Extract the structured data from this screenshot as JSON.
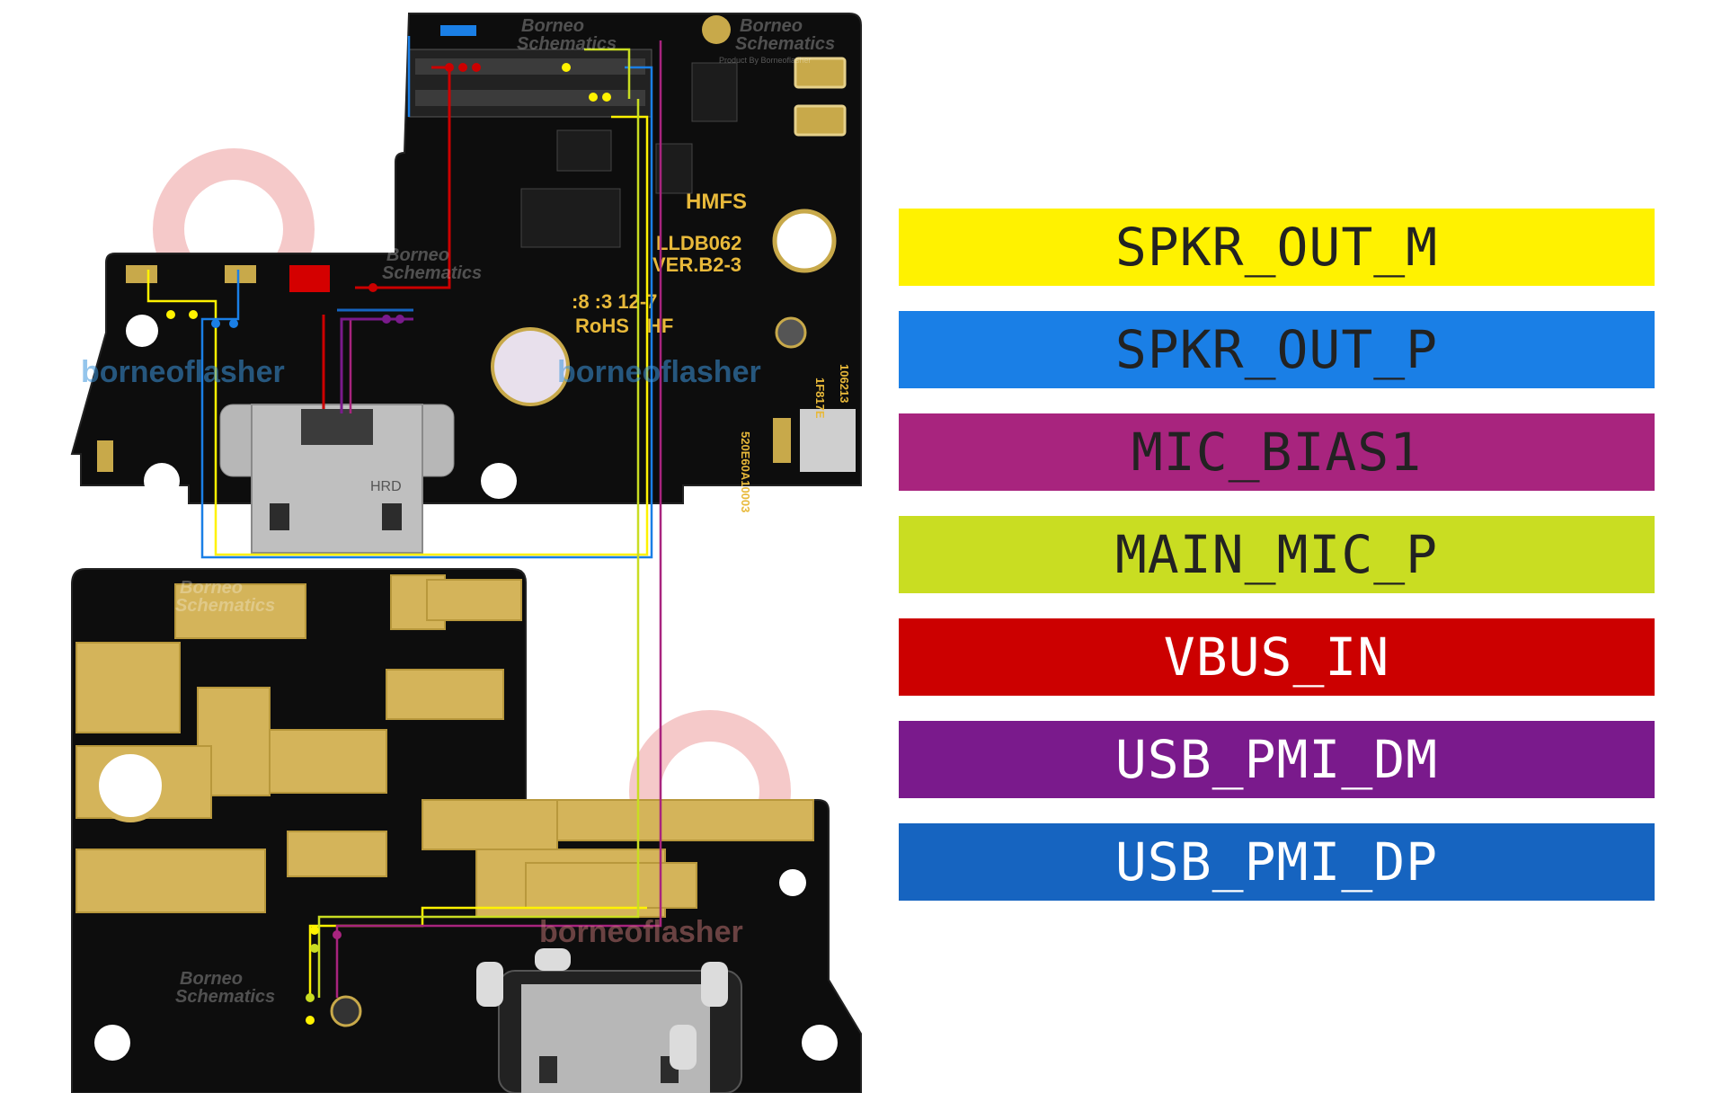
{
  "legend": [
    {
      "label": "SPKR_OUT_M",
      "color": "#fff200",
      "text_color": "#222222"
    },
    {
      "label": "SPKR_OUT_P",
      "color": "#1a7fe6",
      "text_color": "#222222"
    },
    {
      "label": "MIC_BIAS1",
      "color": "#a8247e",
      "text_color": "#222222"
    },
    {
      "label": "MAIN_MIC_P",
      "color": "#c9dd22",
      "text_color": "#222222"
    },
    {
      "label": "VBUS_IN",
      "color": "#cc0000",
      "text_color": "#ffffff"
    },
    {
      "label": "USB_PMI_DM",
      "color": "#7a1a8c",
      "text_color": "#ffffff"
    },
    {
      "label": "USB_PMI_DP",
      "color": "#1664c0",
      "text_color": "#ffffff"
    }
  ],
  "board_markings": {
    "part": "HMFS",
    "model": "LLDB062",
    "version": "VER.B2-3",
    "date_code": ":8 :3   12-7",
    "rohs": "RoHS",
    "hf": "HF",
    "vertical_code_1": "520E60A10003",
    "vertical_code_2": "1F817E",
    "vertical_code_3": "106213",
    "connector_mark": "HRD"
  },
  "watermark": {
    "line1": "Borneo",
    "line2": "Schematics",
    "line3": "Product By Borneoflasher",
    "brand": "borneoflasher"
  }
}
